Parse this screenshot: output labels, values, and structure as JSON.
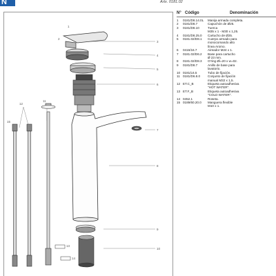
{
  "logo": {
    "letter": "N"
  },
  "title": "Artx. 0181.02",
  "table": {
    "headers": {
      "n": "N°",
      "code": "Código",
      "desc": "Denominación"
    },
    "rows": [
      {
        "n": "1",
        "code": "0181/D8.14.0L",
        "desc": "Manija armada completa."
      },
      {
        "n": "2",
        "code": "0181/D8.7",
        "desc": "Capuchón de Ø25."
      },
      {
        "n": "3",
        "code": "0181/D8.10",
        "desc": "Tuerca\nM35 x 1 - M30 x 1,25."
      },
      {
        "n": "4",
        "code": "0181/D8.25.0",
        "desc": "Cartucho de Ø25."
      },
      {
        "n": "5",
        "code": "0181.02/D8.1",
        "desc": "Cuerpo armado para\nmonocomando alto\nlínea Aromo."
      },
      {
        "n": "6",
        "code": "0416/16.7",
        "desc": "Aireador M24 x 1."
      },
      {
        "n": "7",
        "code": "0181.02/D6.2",
        "desc": "Base para cartucho\nØ 23 mm."
      },
      {
        "n": "8",
        "code": "0181.02/D8.3",
        "desc": "O'ring Øi=20 x w=02."
      },
      {
        "n": "9",
        "code": "0181/D8.7",
        "desc": "Anillo de base para\nlavatorio."
      },
      {
        "n": "10",
        "code": "0181/L6.5",
        "desc": "Tubo de fijación."
      },
      {
        "n": "11",
        "code": "0181/D6.8.0",
        "desc": "Conjunto de fijación\nmanual M32 x 1,5."
      },
      {
        "n": "12",
        "code": "ET.C_B",
        "desc": "Etiqueta autoadhesiva\n\"HOT WATER\"."
      },
      {
        "n": "13",
        "code": "ET.F_B",
        "desc": "Etiqueta autoadhesiva\n\"COLD WATER\"."
      },
      {
        "n": "14",
        "code": "0452.1",
        "desc": "Roseta."
      },
      {
        "n": "15",
        "code": "0189/60.20.0",
        "desc": "Manguera flexible\nM10 x 1."
      }
    ]
  },
  "callouts": [
    "1",
    "2",
    "3",
    "4",
    "5",
    "6",
    "7",
    "8",
    "9",
    "10",
    "11",
    "12",
    "13",
    "14",
    "15"
  ],
  "colors": {
    "brand": "#1f5fa8",
    "leader": "#888888"
  }
}
